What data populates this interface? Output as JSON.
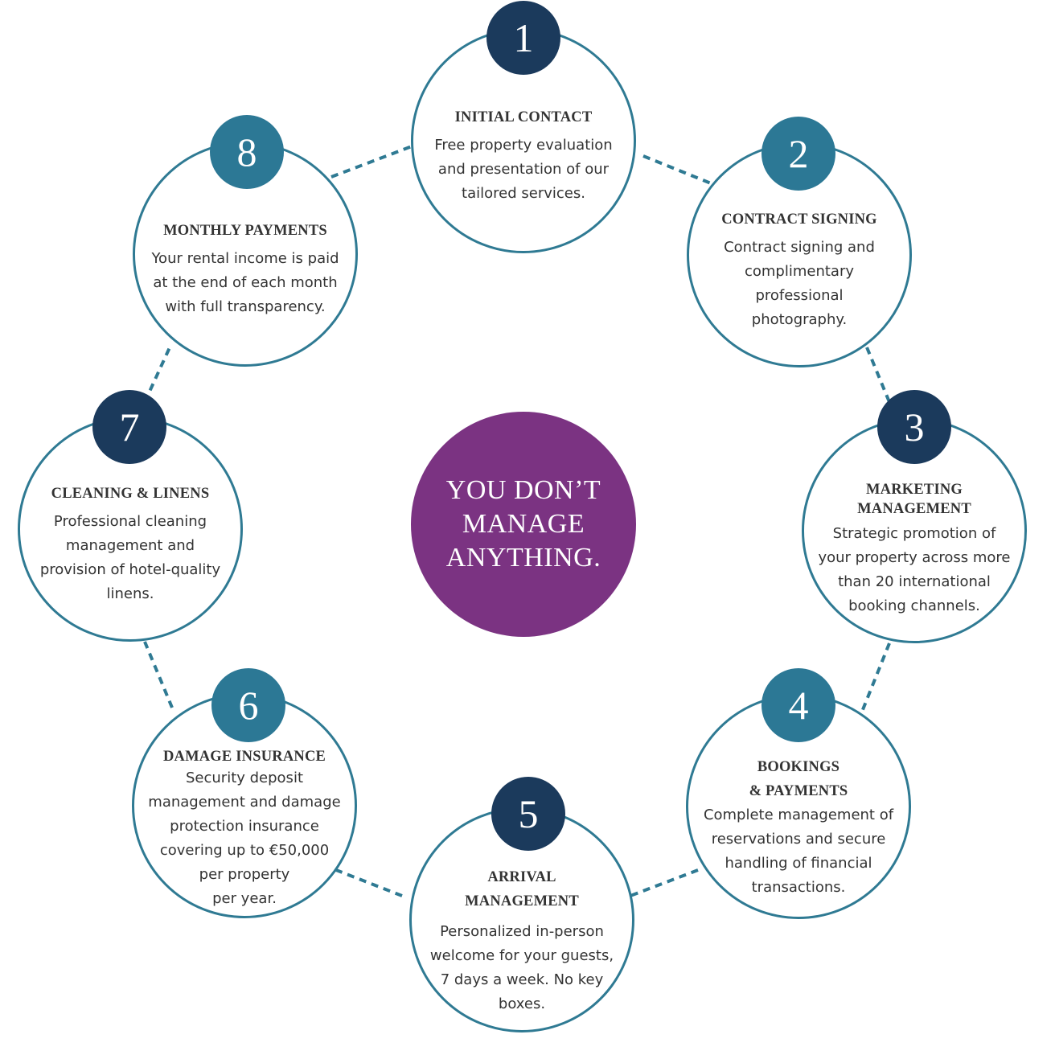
{
  "center": {
    "text": "YOU DON’T\nMANAGE\nANYTHING."
  },
  "colors": {
    "ring": "#2f7a93",
    "badge_dark": "#1b3a5c",
    "badge_teal": "#2c7895",
    "center": "#7b3382",
    "text": "#333333"
  },
  "steps": [
    {
      "number": "1",
      "title": "INITIAL CONTACT",
      "description": "Free property evaluation\nand presentation of our\ntailored services."
    },
    {
      "number": "2",
      "title": "CONTRACT SIGNING",
      "description": "Contract signing and\ncomplimentary\nprofessional\nphotography."
    },
    {
      "number": "3",
      "title": "MARKETING\nMANAGEMENT",
      "description": "Strategic promotion of\nyour property across more\nthan 20 international\nbooking channels."
    },
    {
      "number": "4",
      "title": "BOOKINGS\n& PAYMENTS",
      "description": "Complete management of\nreservations and secure\nhandling of financial\ntransactions."
    },
    {
      "number": "5",
      "title": "ARRIVAL\nMANAGEMENT",
      "description": "Personalized in-person\nwelcome for your guests,\n7 days a week. No key\nboxes."
    },
    {
      "number": "6",
      "title": "DAMAGE INSURANCE",
      "description": "Security deposit\nmanagement and damage\nprotection insurance\ncovering up to €50,000\nper property\nper year."
    },
    {
      "number": "7",
      "title": "CLEANING & LINENS",
      "description": "Professional cleaning\nmanagement and\nprovision of hotel-quality\nlinens."
    },
    {
      "number": "8",
      "title": "MONTHLY PAYMENTS",
      "description": "Your rental income is paid\nat the end of each month\nwith full transparency."
    }
  ]
}
